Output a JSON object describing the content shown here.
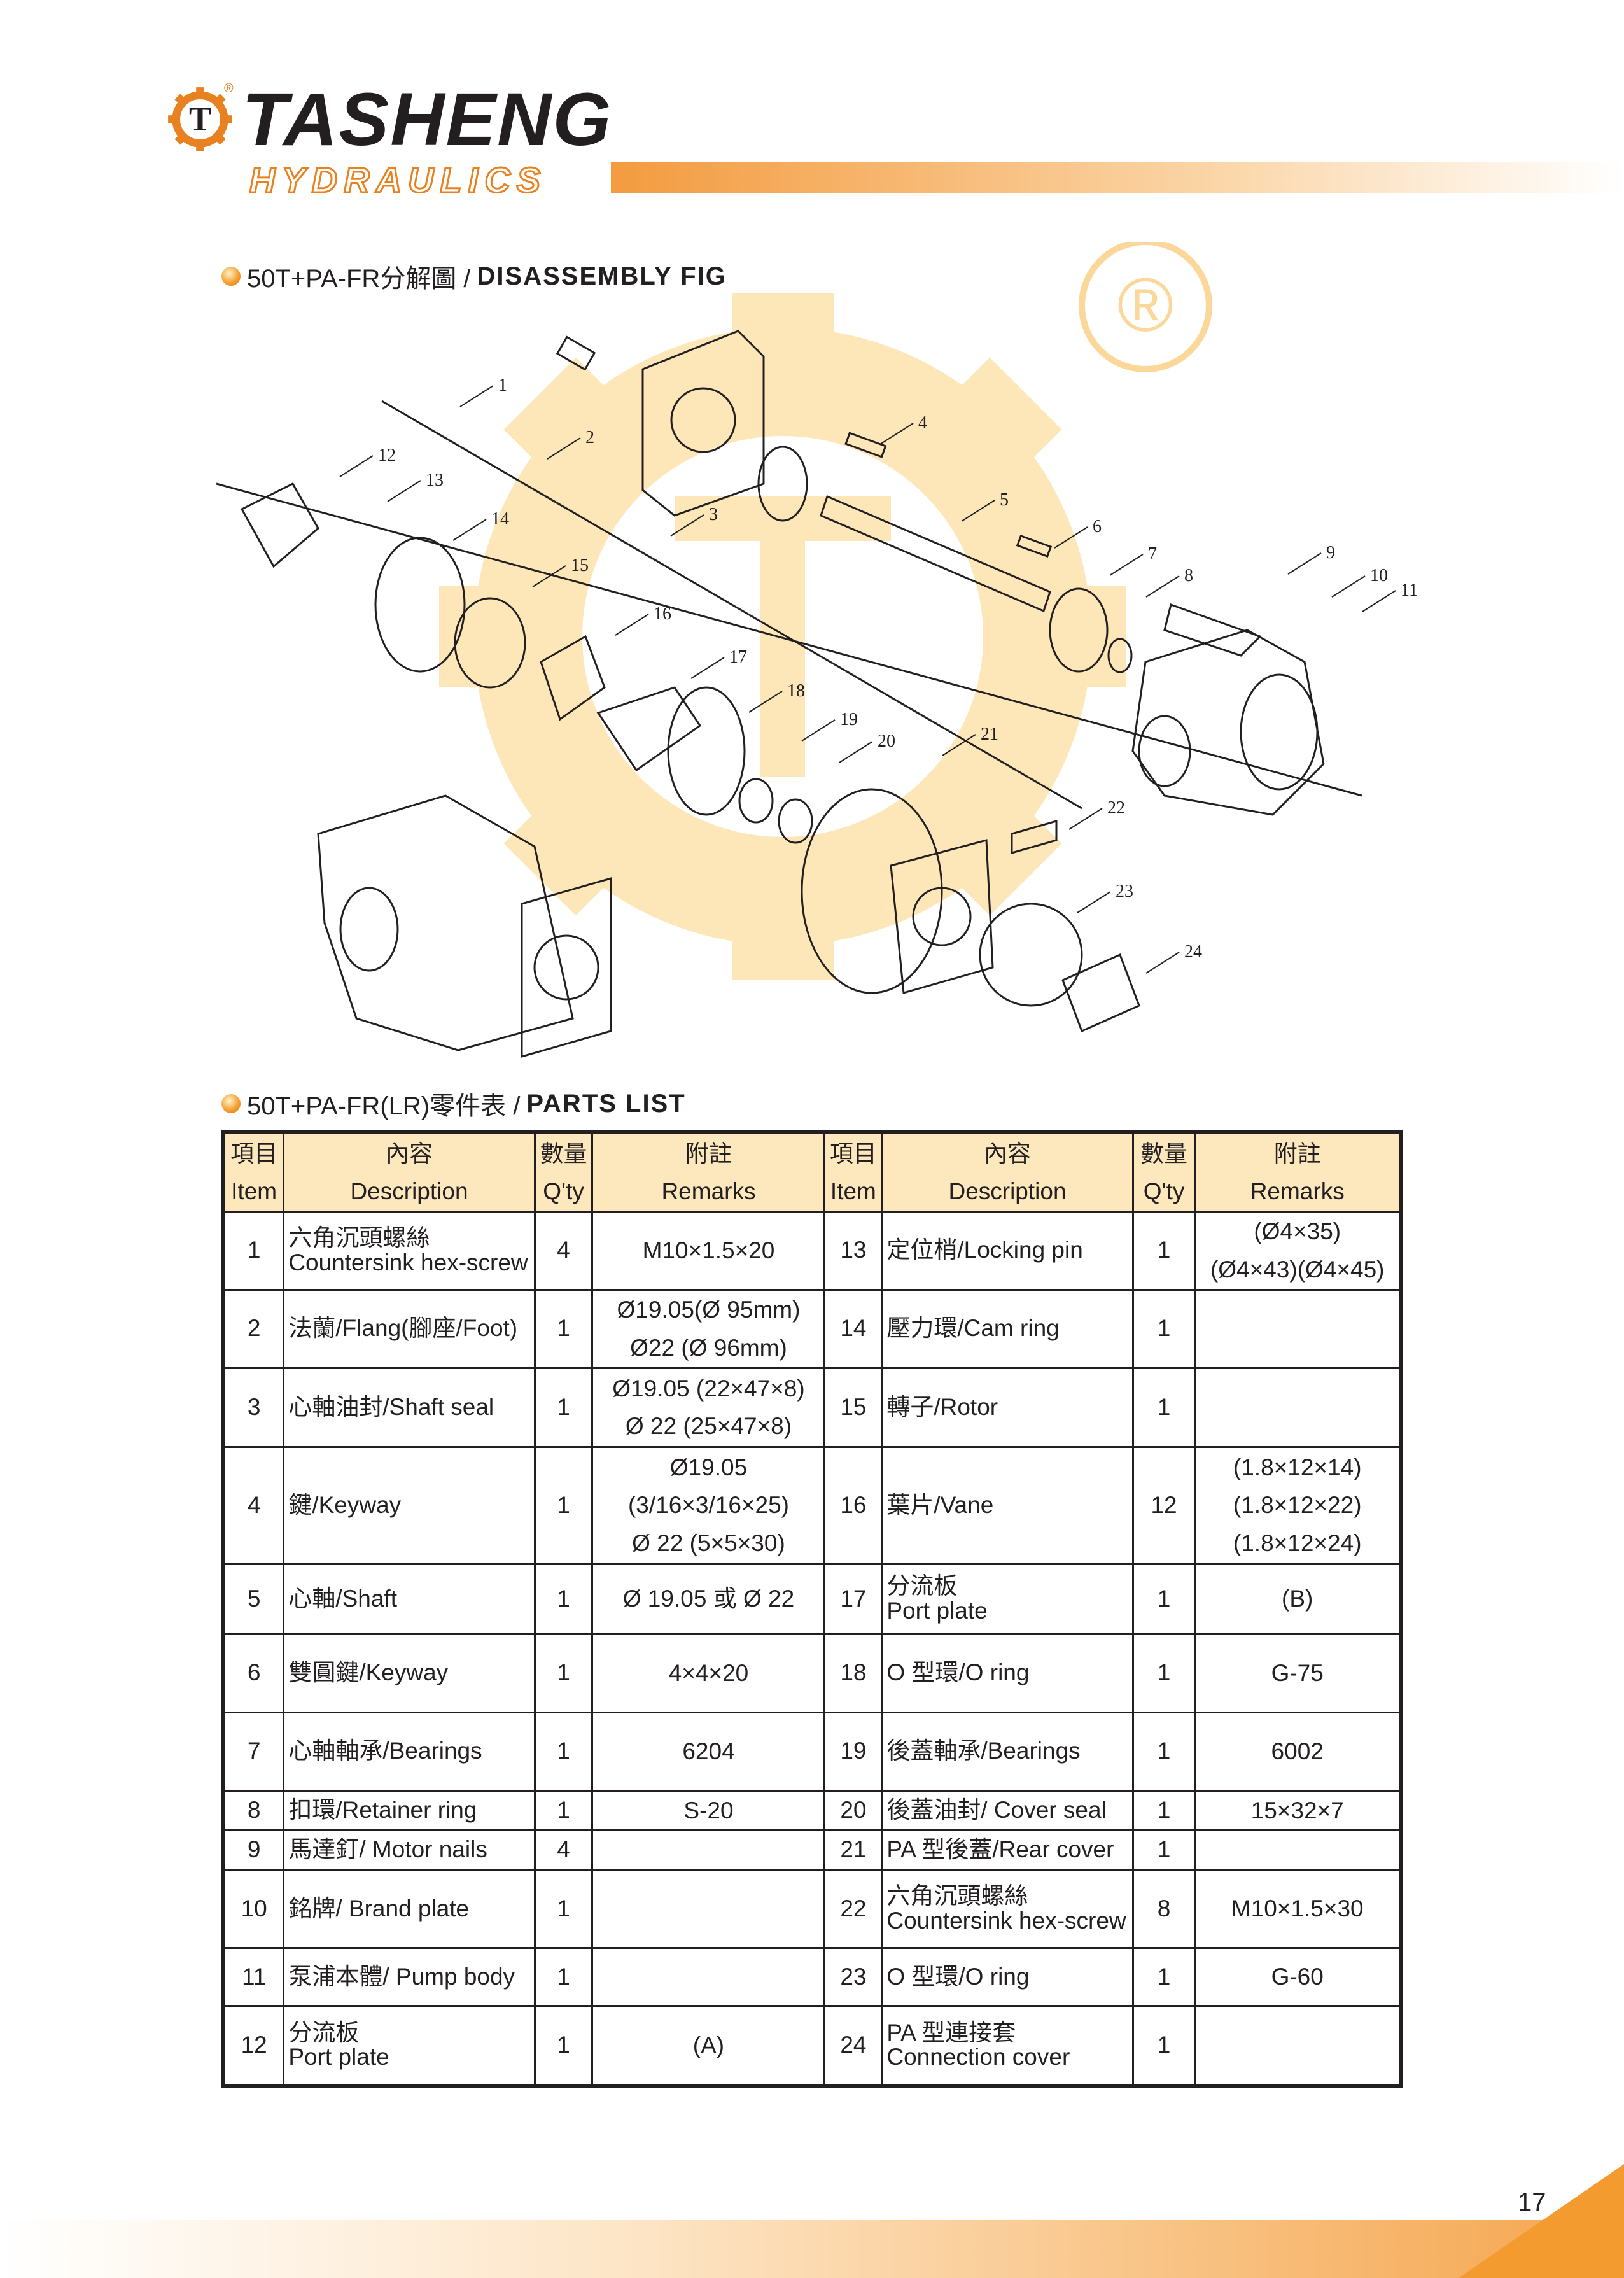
{
  "header": {
    "brand": "TASHENG",
    "sub_brand": "HYDRAULICS",
    "registered_mark": "®",
    "logo_letter": "T"
  },
  "disassembly": {
    "title_prefix": "50T+PA-FR分解圖 / ",
    "title_bold": "DISASSEMBLY FIG"
  },
  "callouts": [
    "1",
    "2",
    "3",
    "4",
    "5",
    "6",
    "7",
    "8",
    "9",
    "10",
    "11",
    "12",
    "13",
    "14",
    "15",
    "16",
    "17",
    "18",
    "19",
    "20",
    "21",
    "22",
    "23",
    "24"
  ],
  "watermark": {
    "registered": "®"
  },
  "parts_list": {
    "title_prefix": "50T+PA-FR(LR)零件表 / ",
    "title_bold": "PARTS LIST",
    "headers": [
      [
        "項目",
        "Item"
      ],
      [
        "內容",
        "Description"
      ],
      [
        "數量",
        "Q'ty"
      ],
      [
        "附註",
        "Remarks"
      ],
      [
        "項目",
        "Item"
      ],
      [
        "內容",
        "Description"
      ],
      [
        "數量",
        "Q'ty"
      ],
      [
        "附註",
        "Remarks"
      ]
    ],
    "rows": [
      {
        "left": {
          "item": "1",
          "desc": [
            "六角沉頭螺絲",
            "Countersink hex-screw"
          ],
          "qty": "4",
          "remarks": [
            "M10×1.5×20"
          ]
        },
        "right": {
          "item": "13",
          "desc": [
            "定位梢/Locking pin"
          ],
          "qty": "1",
          "remarks": [
            "(Ø4×35)",
            "(Ø4×43)(Ø4×45)"
          ]
        }
      },
      {
        "left": {
          "item": "2",
          "desc": [
            "法蘭/Flang(腳座/Foot)"
          ],
          "qty": "1",
          "remarks": [
            "Ø19.05(Ø 95mm)",
            "Ø22 (Ø 96mm)"
          ]
        },
        "right": {
          "item": "14",
          "desc": [
            "壓力環/Cam ring"
          ],
          "qty": "1",
          "remarks": []
        }
      },
      {
        "left": {
          "item": "3",
          "desc": [
            "心軸油封/Shaft seal"
          ],
          "qty": "1",
          "remarks": [
            "Ø19.05 (22×47×8)",
            "Ø 22 (25×47×8)"
          ]
        },
        "right": {
          "item": "15",
          "desc": [
            "轉子/Rotor"
          ],
          "qty": "1",
          "remarks": []
        }
      },
      {
        "left": {
          "item": "4",
          "desc": [
            "鍵/Keyway"
          ],
          "qty": "1",
          "remarks": [
            "Ø19.05",
            "(3/16×3/16×25)",
            "Ø 22 (5×5×30)"
          ]
        },
        "right": {
          "item": "16",
          "desc": [
            "葉片/Vane"
          ],
          "qty": "12",
          "remarks": [
            "(1.8×12×14)",
            "(1.8×12×22)",
            "(1.8×12×24)"
          ]
        }
      },
      {
        "left": {
          "item": "5",
          "desc": [
            "心軸/Shaft"
          ],
          "qty": "1",
          "remarks": [
            "Ø 19.05  或  Ø 22"
          ]
        },
        "right": {
          "item": "17",
          "desc": [
            "分流板",
            "Port plate"
          ],
          "qty": "1",
          "remarks": [
            "(B)"
          ]
        }
      },
      {
        "left": {
          "item": "6",
          "desc": [
            "雙圓鍵/Keyway"
          ],
          "qty": "1",
          "remarks": [
            "4×4×20"
          ]
        },
        "right": {
          "item": "18",
          "desc": [
            "O 型環/O ring"
          ],
          "qty": "1",
          "remarks": [
            "G-75"
          ]
        }
      },
      {
        "left": {
          "item": "7",
          "desc": [
            "心軸軸承/Bearings"
          ],
          "qty": "1",
          "remarks": [
            "6204"
          ]
        },
        "right": {
          "item": "19",
          "desc": [
            "後蓋軸承/Bearings"
          ],
          "qty": "1",
          "remarks": [
            "6002"
          ]
        }
      },
      {
        "left": {
          "item": "8",
          "desc": [
            "扣環/Retainer ring"
          ],
          "qty": "1",
          "remarks": [
            "S-20"
          ]
        },
        "right": {
          "item": "20",
          "desc": [
            "後蓋油封/ Cover seal"
          ],
          "qty": "1",
          "remarks": [
            "15×32×7"
          ]
        }
      },
      {
        "left": {
          "item": "9",
          "desc": [
            "馬達釘/ Motor nails"
          ],
          "qty": "4",
          "remarks": []
        },
        "right": {
          "item": "21",
          "desc": [
            "PA 型後蓋/Rear cover"
          ],
          "qty": "1",
          "remarks": []
        }
      },
      {
        "left": {
          "item": "10",
          "desc": [
            "銘牌/ Brand plate"
          ],
          "qty": "1",
          "remarks": []
        },
        "right": {
          "item": "22",
          "desc": [
            "六角沉頭螺絲",
            "Countersink hex-screw"
          ],
          "qty": "8",
          "remarks": [
            "M10×1.5×30"
          ]
        }
      },
      {
        "left": {
          "item": "11",
          "desc": [
            "泵浦本體/ Pump body"
          ],
          "qty": "1",
          "remarks": []
        },
        "right": {
          "item": "23",
          "desc": [
            "O 型環/O ring"
          ],
          "qty": "1",
          "remarks": [
            "G-60"
          ]
        }
      },
      {
        "left": {
          "item": "12",
          "desc": [
            "分流板",
            "Port plate"
          ],
          "qty": "1",
          "remarks": [
            "(A)"
          ]
        },
        "right": {
          "item": "24",
          "desc": [
            "PA 型連接套",
            "Connection cover"
          ],
          "qty": "1",
          "remarks": []
        }
      }
    ]
  },
  "footer": {
    "page_number": "17"
  },
  "colors": {
    "accent": "#f39b2f",
    "header_fill": "#fde7bd",
    "watermark": "#fde6b8"
  }
}
